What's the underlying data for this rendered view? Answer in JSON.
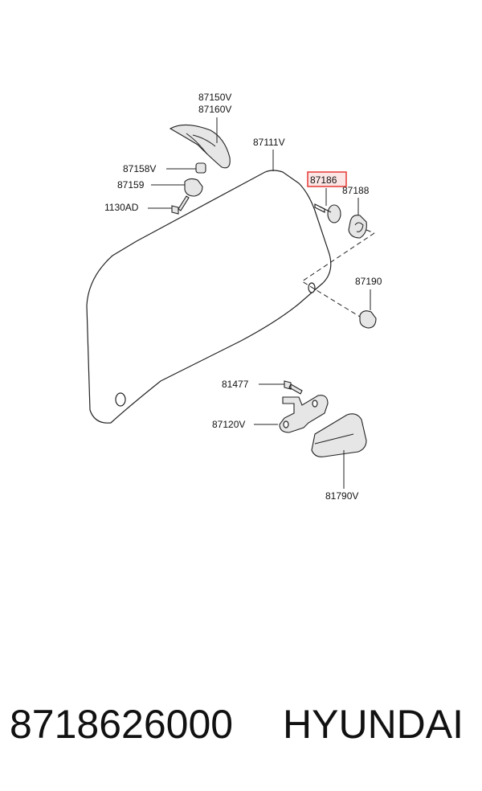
{
  "diagram": {
    "labels": {
      "p87150v": "87150V",
      "p87160v": "87160V",
      "p87111v": "87111V",
      "p87158v": "87158V",
      "p87159": "87159",
      "p1130ad": "1130AD",
      "p87186": "87186",
      "p87188": "87188",
      "p87190": "87190",
      "p81477": "81477",
      "p87120v": "87120V",
      "p81790v": "81790V"
    },
    "highlight_color": "#e53935"
  },
  "footer": {
    "part_number": "8718626000",
    "brand": "HYUNDAI"
  }
}
